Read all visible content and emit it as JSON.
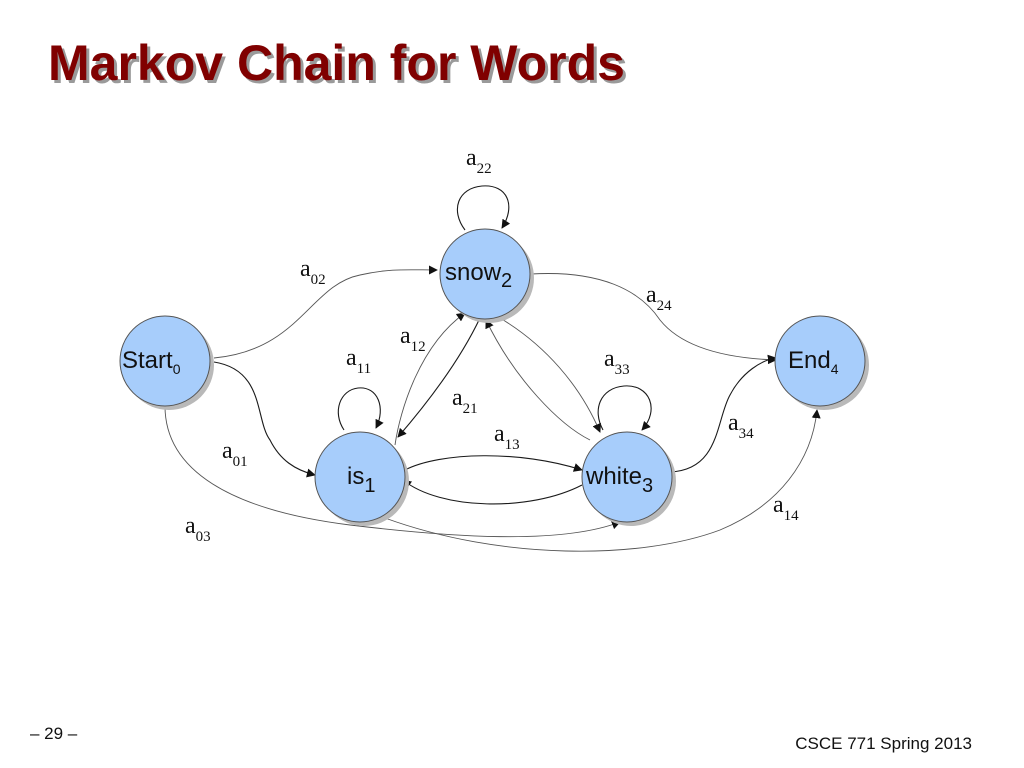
{
  "slide": {
    "title": "Markov Chain for Words",
    "page_number": "– 29 –",
    "course": "CSCE 771 Spring 2013"
  },
  "diagram": {
    "nodes": [
      {
        "id": "start",
        "label": "Start",
        "sub": "0"
      },
      {
        "id": "is",
        "label": "is",
        "sub": "1"
      },
      {
        "id": "snow",
        "label": "snow",
        "sub": "2"
      },
      {
        "id": "white",
        "label": "white",
        "sub": "3"
      },
      {
        "id": "end",
        "label": "End",
        "sub": "4"
      }
    ],
    "edges": [
      {
        "from": "start",
        "to": "snow",
        "label": "a",
        "sub": "02"
      },
      {
        "from": "start",
        "to": "is",
        "label": "a",
        "sub": "01"
      },
      {
        "from": "start",
        "to": "white",
        "label": "a",
        "sub": "03"
      },
      {
        "from": "is",
        "to": "is",
        "label": "a",
        "sub": "11"
      },
      {
        "from": "is",
        "to": "snow",
        "label": "a",
        "sub": "12"
      },
      {
        "from": "is",
        "to": "white",
        "label": "a",
        "sub": "13"
      },
      {
        "from": "is",
        "to": "end",
        "label": "a",
        "sub": "14"
      },
      {
        "from": "snow",
        "to": "snow",
        "label": "a",
        "sub": "22"
      },
      {
        "from": "snow",
        "to": "is",
        "label": "a",
        "sub": "21"
      },
      {
        "from": "snow",
        "to": "end",
        "label": "a",
        "sub": "24"
      },
      {
        "from": "white",
        "to": "white",
        "label": "a",
        "sub": "33"
      },
      {
        "from": "white",
        "to": "end",
        "label": "a",
        "sub": "34"
      }
    ]
  }
}
